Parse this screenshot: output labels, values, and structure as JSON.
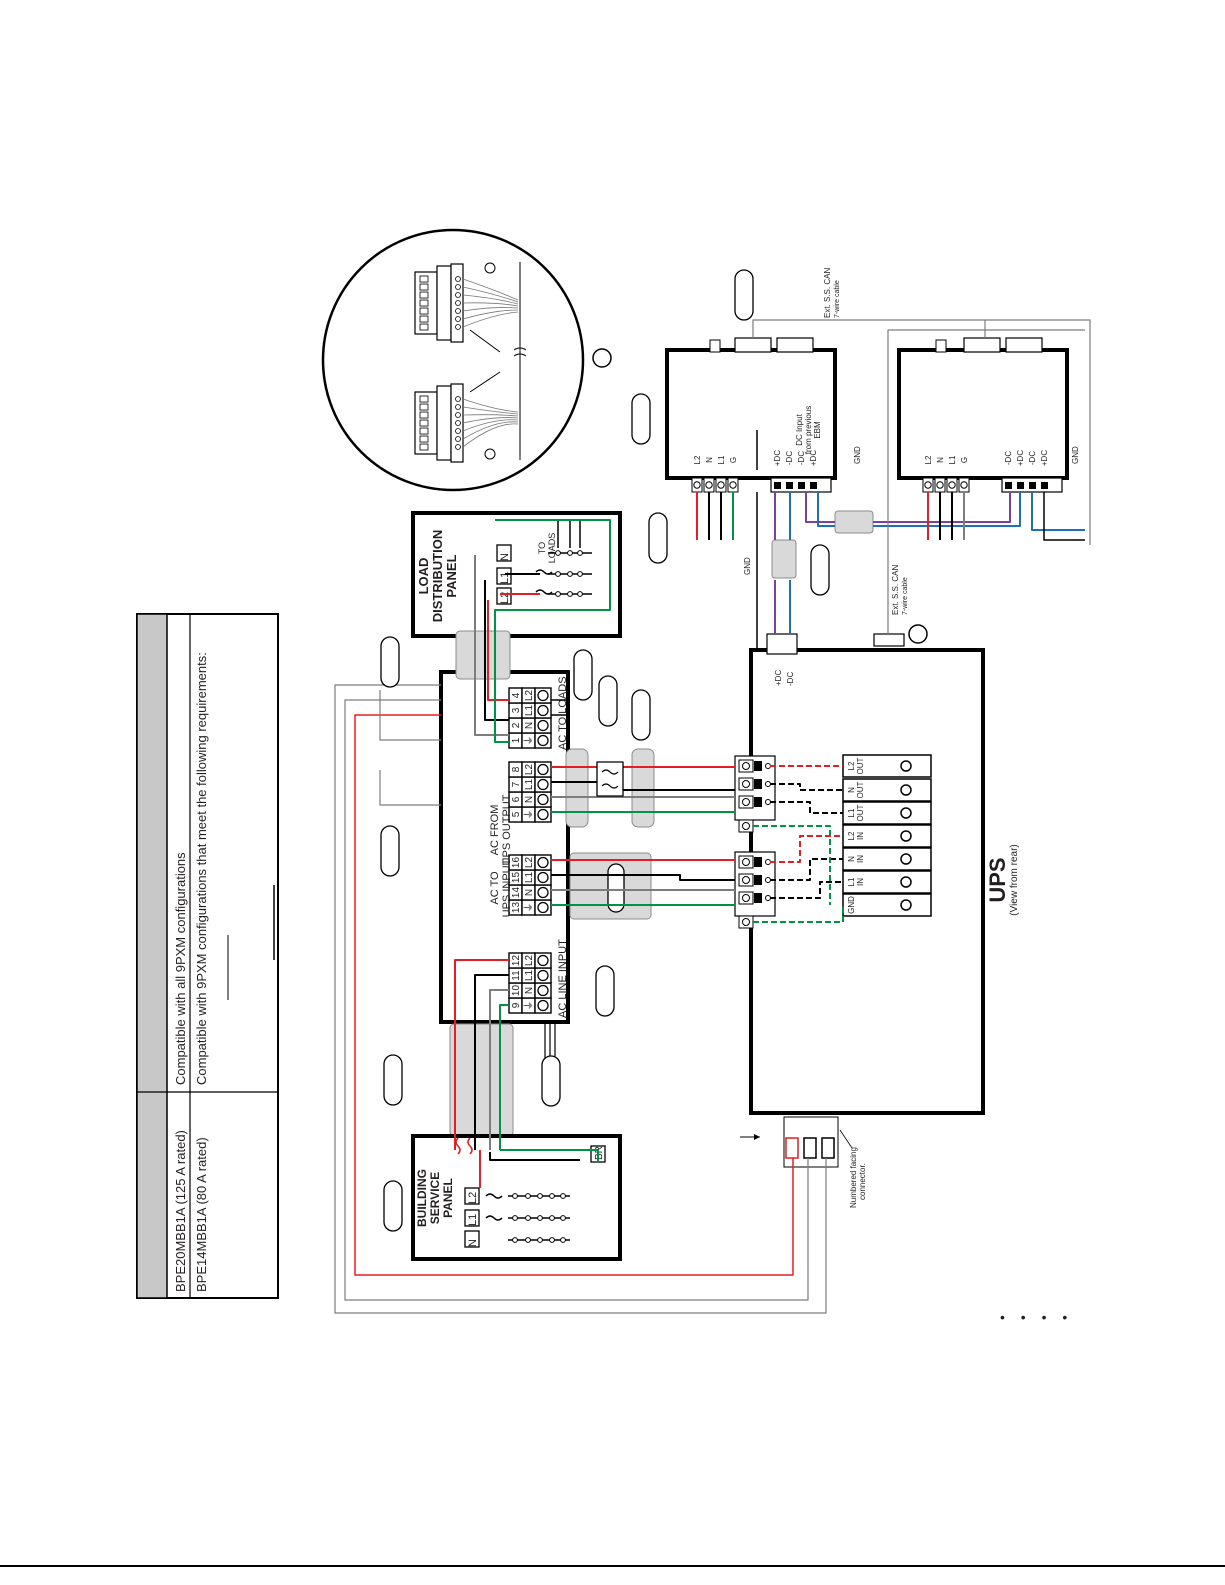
{
  "table": {
    "rows": [
      {
        "model": "BPE20MBB1A (125 A rated)",
        "compat": "Compatible with all 9PXM configurations"
      },
      {
        "model": "BPE14MBB1A (80 A rated)",
        "compat": "Compatible with 9PXM configurations that meet the following requirements:"
      }
    ]
  },
  "panels": {
    "load_title": [
      "LOAD",
      "DISTRIBUTION",
      "PANEL"
    ],
    "building_title": [
      "BUILDING",
      "SERVICE",
      "PANEL"
    ],
    "to_loads": [
      "TO",
      "LOADS"
    ],
    "L2": "L2",
    "L1": "L1",
    "N": "N"
  },
  "bypass": {
    "ac_loads_label": "AC TO LOADS",
    "ac_loads_nums": [
      "1",
      "2",
      "3",
      "4"
    ],
    "ac_loads_marks": [
      "⏚",
      "N",
      "L1",
      "L2"
    ],
    "ups_output_label": [
      "AC FROM",
      "UPS OUTPUT"
    ],
    "ups_output_nums": [
      "5",
      "6",
      "7",
      "8"
    ],
    "ups_output_marks": [
      "⏚",
      "N",
      "L1",
      "L2"
    ],
    "ups_input_label": [
      "AC TO",
      "UPS INPUT"
    ],
    "ups_input_nums": [
      "13",
      "14",
      "15",
      "16"
    ],
    "ups_input_marks": [
      "⏚",
      "N",
      "L1",
      "L2"
    ],
    "line_input_label": "AC LINE INPUT",
    "line_input_nums": [
      "9",
      "10",
      "11",
      "12"
    ],
    "line_input_marks": [
      "⏚",
      "N",
      "L1",
      "L2"
    ]
  },
  "ups": {
    "title": "UPS",
    "subtitle": "(View from rear)",
    "terminals": [
      [
        "L2",
        "OUT"
      ],
      [
        "N",
        "OUT"
      ],
      [
        "L1",
        "OUT"
      ],
      [
        "L2",
        "IN"
      ],
      [
        "N",
        "IN"
      ],
      [
        "L1",
        "IN"
      ],
      [
        "GND",
        ""
      ]
    ],
    "dc_pos": "+DC",
    "dc_neg": "-DC",
    "numbered_note": [
      "Numbered facing",
      "connector."
    ],
    "ext_can": [
      "Ext. S.S. CAN",
      "7-wire cable"
    ]
  },
  "ebm1": {
    "terms": [
      "L2",
      "N",
      "L1",
      "G"
    ],
    "dc": [
      "+DC",
      "-DC",
      "-DC",
      "+DC"
    ],
    "dc_note": [
      "DC Input",
      "from previous",
      "EBM"
    ],
    "gnd": "GND",
    "can": [
      "Ext. S.S. CAN",
      "7-wire cable"
    ]
  },
  "ebm2": {
    "terms": [
      "L2",
      "N",
      "L1",
      "G"
    ],
    "dc": [
      "-DC",
      "+DC",
      "-DC",
      "+DC"
    ],
    "gnd": "GND"
  },
  "labels": {
    "gnd_vert": "GND",
    "br": "BR"
  },
  "dots": "• • • •",
  "colors": {
    "red": "#e31e24",
    "green": "#009245",
    "blue": "#1d6fb8",
    "purple": "#7b3fa0",
    "gray": "#7d7d7d",
    "black": "#000000"
  }
}
